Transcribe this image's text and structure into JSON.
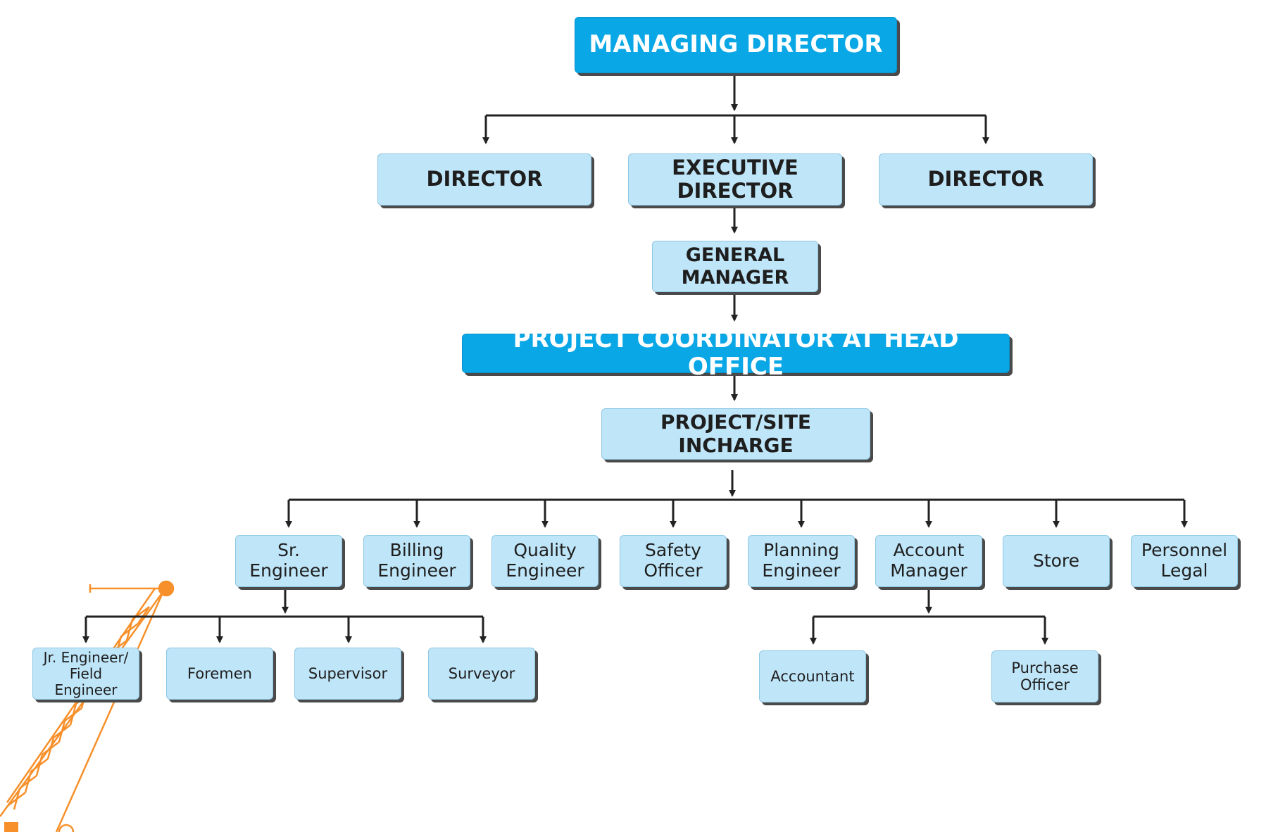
{
  "chart": {
    "managing_director": "MANAGING DIRECTOR",
    "director_left": "DIRECTOR",
    "executive_director": "EXECUTIVE\nDIRECTOR",
    "director_right": "DIRECTOR",
    "general_manager": "GENERAL\nMANAGER",
    "project_coordinator": "PROJECT COORDINATOR AT HEAD OFFICE",
    "site_incharge": "PROJECT/SITE INCHARGE",
    "sr_engineer": "Sr. Engineer",
    "billing_engineer": "Billing\nEngineer",
    "quality_engineer": "Quality\nEngineer",
    "safety_officer": "Safety\nOfficer",
    "planning_engineer": "Planning\nEngineer",
    "account_manager": "Account\nManager",
    "store": "Store",
    "personnel_legal": "Personnel\nLegal",
    "jr_engineer": "Jr. Engineer/\nField Engineer",
    "foremen": "Foremen",
    "supervisor": "Supervisor",
    "surveyor": "Surveyor",
    "accountant": "Accountant",
    "purchase_officer": "Purchase\nOfficer"
  },
  "colors": {
    "primary_fill": "#0aa7e6",
    "node_fill": "#bfe5f8",
    "connector": "#222222",
    "crane": "#f7902a"
  },
  "decoration": {
    "crane_icon": "construction-crane-icon"
  }
}
